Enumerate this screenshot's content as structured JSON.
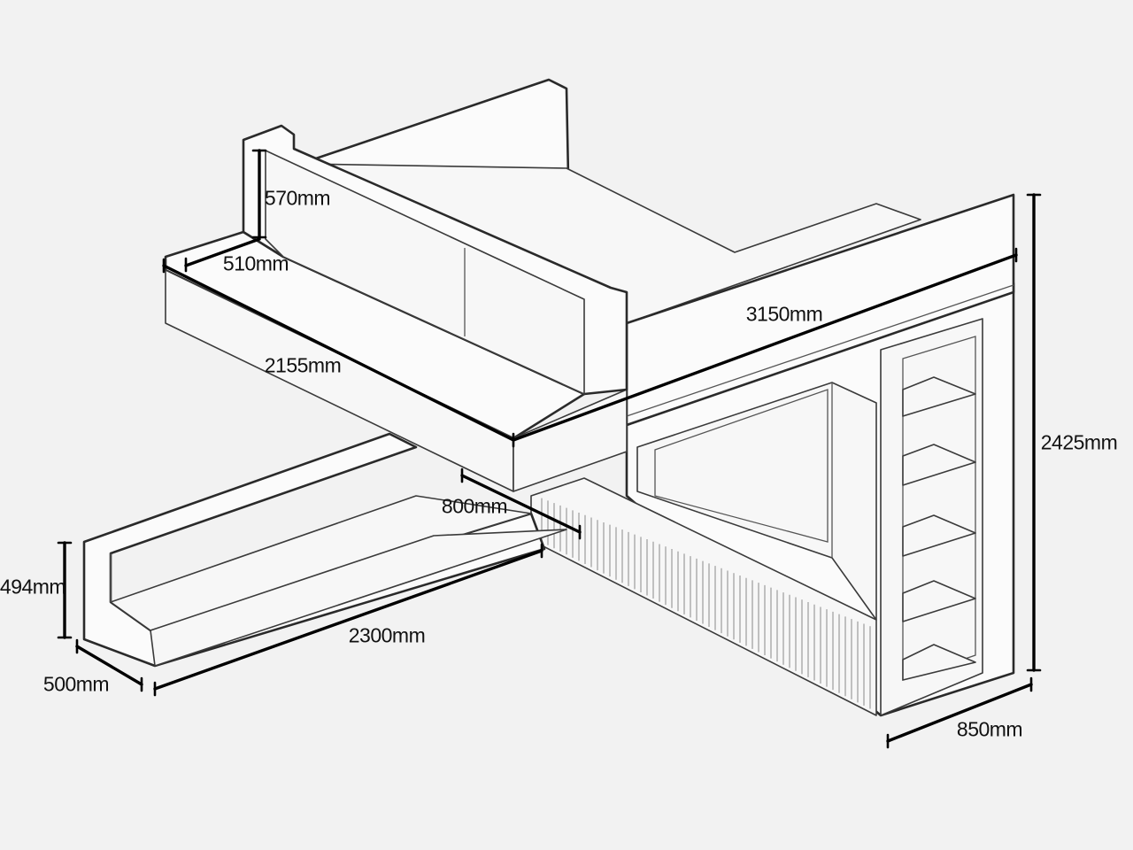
{
  "dimensions": {
    "desk_height": "570mm",
    "desk_depth": "510mm",
    "desk_length": "2155mm",
    "bed_length": "3150mm",
    "overall_height": "2425mm",
    "bed_width": "850mm",
    "gap_width": "800mm",
    "lower_height": "494mm",
    "lower_depth": "500mm",
    "lower_length": "2300mm"
  }
}
